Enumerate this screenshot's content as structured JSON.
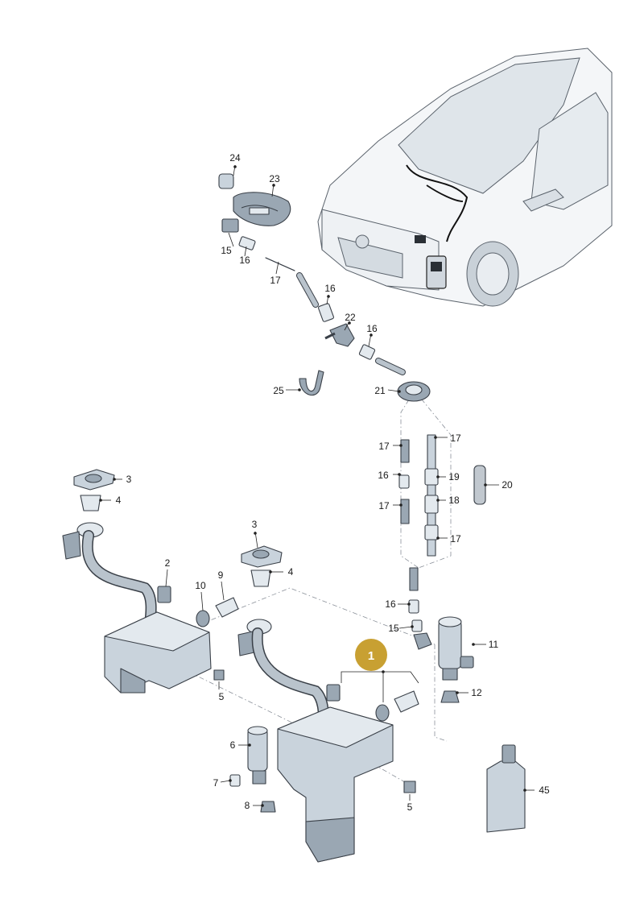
{
  "highlight": {
    "label": "1",
    "color": "#c8a032"
  },
  "callouts": {
    "c24": "24",
    "c23": "23",
    "c15a": "15",
    "c16a": "16",
    "c17a": "17",
    "c16b": "16",
    "c22": "22",
    "c16c": "16",
    "c25": "25",
    "c21": "21",
    "c17b": "17",
    "c17c": "17",
    "c16d": "16",
    "c19": "19",
    "c20": "20",
    "c17d": "17",
    "c18": "18",
    "c17e": "17",
    "c3a": "3",
    "c4a": "4",
    "c2": "2",
    "c10": "10",
    "c9": "9",
    "c3b": "3",
    "c4b": "4",
    "c16e": "16",
    "c15b": "15",
    "c11": "11",
    "c12": "12",
    "c5a": "5",
    "c6": "6",
    "c7": "7",
    "c8": "8",
    "c5b": "5",
    "c45": "45"
  }
}
